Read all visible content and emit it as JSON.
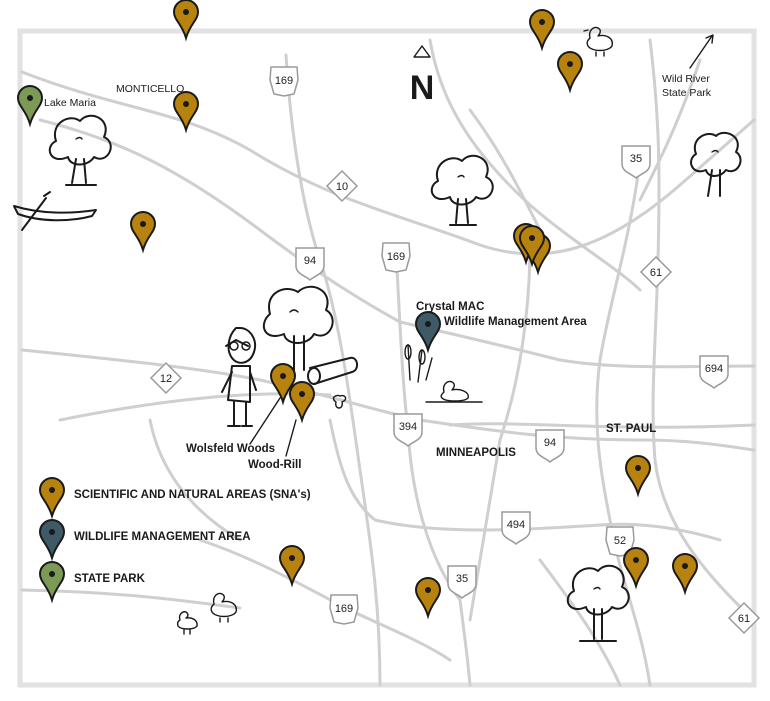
{
  "colors": {
    "sna": "#b8820f",
    "wma": "#3d5a66",
    "state_park": "#7a9a55",
    "road": "#cfcfcf",
    "frame": "#e2e2e2",
    "ink": "#1a1a1a"
  },
  "places": {
    "monticello": "MONTICELLO",
    "lake_maria": "Lake Maria",
    "wild_river": [
      "Wild River",
      "State Park"
    ],
    "crystal_mac": [
      "Crystal MAC",
      "Wildlife Management Area"
    ],
    "minneapolis": "MINNEAPOLIS",
    "st_paul": "ST. PAUL",
    "wolsfeld": "Wolsfeld Woods",
    "wood_rill": "Wood-Rill"
  },
  "compass": {
    "letter": "N"
  },
  "highways": [
    "169",
    "10",
    "35",
    "94",
    "169",
    "61",
    "12",
    "694",
    "394",
    "94",
    "52",
    "494",
    "35",
    "169",
    "61"
  ],
  "legend": [
    {
      "label": "SCIENTIFIC AND NATURAL AREAS (SNA's)",
      "color_key": "sna"
    },
    {
      "label": "WILDLIFE MANAGEMENT AREA",
      "color_key": "wma"
    },
    {
      "label": "STATE PARK",
      "color_key": "state_park"
    }
  ],
  "markers": [
    {
      "type": "sna",
      "icon": "map-pin-icon"
    },
    {
      "type": "sna",
      "icon": "map-pin-icon"
    },
    {
      "type": "sna",
      "icon": "map-pin-icon"
    },
    {
      "type": "sna",
      "icon": "map-pin-icon"
    },
    {
      "type": "sna",
      "icon": "map-pin-icon"
    },
    {
      "type": "sna",
      "icon": "map-pin-icon"
    },
    {
      "type": "sna",
      "icon": "map-pin-icon"
    },
    {
      "type": "sna",
      "icon": "map-pin-icon"
    },
    {
      "type": "sna",
      "icon": "map-pin-icon"
    },
    {
      "type": "sna",
      "icon": "map-pin-icon"
    },
    {
      "type": "sna",
      "icon": "map-pin-icon"
    },
    {
      "type": "sna",
      "icon": "map-pin-icon"
    },
    {
      "type": "sna",
      "icon": "map-pin-icon"
    },
    {
      "type": "sna",
      "icon": "map-pin-icon"
    },
    {
      "type": "sna",
      "icon": "map-pin-icon"
    },
    {
      "type": "wma",
      "icon": "map-pin-icon"
    },
    {
      "type": "state_park",
      "icon": "map-pin-icon"
    }
  ]
}
